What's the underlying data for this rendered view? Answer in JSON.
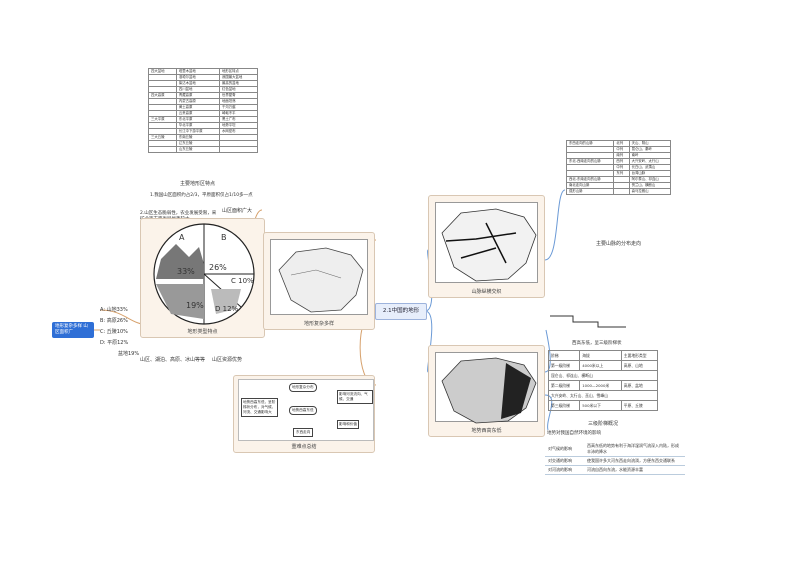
{
  "center": {
    "title": "2.1中国的地形"
  },
  "left_top": {
    "table_caption": "主要地形区特点",
    "rows": [
      [
        "四大盆地",
        "塔里木盆地",
        "地形区特点"
      ],
      [
        "",
        "准噶尔盆地",
        "我国最大盆地"
      ],
      [
        "",
        "柴达木盆地",
        "最高的盆地"
      ],
      [
        "",
        "四川盆地",
        "红色盆地"
      ],
      [
        "四大高原",
        "青藏高原",
        "世界屋脊"
      ],
      [
        "",
        "内蒙古高原",
        "地面坦荡"
      ],
      [
        "",
        "黄土高原",
        "千沟万壑"
      ],
      [
        "",
        "云贵高原",
        "崎岖不平"
      ],
      [
        "三大平原",
        "东北平原",
        "黑土广布"
      ],
      [
        "",
        "华北平原",
        "地势平坦"
      ],
      [
        "",
        "长江中下游平原",
        "水网密布"
      ],
      [
        "三大丘陵",
        "东南丘陵",
        ""
      ],
      [
        "",
        "辽东丘陵",
        ""
      ],
      [
        "",
        "山东丘陵",
        ""
      ]
    ]
  },
  "mountain_branch": {
    "title": "山区面积广大",
    "items": [
      "1.我国山区面积约占2/3，平原面积仅占1/10多一点",
      "2.山区生态脆弱性，农业发展受限，采矿业等方面发展优势较大"
    ]
  },
  "pie_card": {
    "caption": "地形类型特点",
    "labels": [
      "A",
      "B",
      "C 10%",
      "D 12%",
      "33%",
      "26%",
      "19%"
    ]
  },
  "left_list": {
    "blue_label": "地形复杂多样 山区面积广",
    "items": [
      "A: 山地33%",
      "B: 高原26%",
      "C: 丘陵10%",
      "D: 平原12%",
      "盆地19%"
    ],
    "bottom": "山区、湖泊、高原、冰山等等",
    "bottom2": "山区资源优势"
  },
  "map_cards": {
    "terrain": "地形复杂多样",
    "mountains": "山脉纵横交织",
    "steps": "地势西高东低"
  },
  "flow": {
    "caption": "重难点总结",
    "nodes": [
      "地形复杂分布",
      "地势西高东低",
      "东西走向",
      "影响和价值"
    ],
    "side_left": "地势西高东低，呈阶梯状分布，对气候、河流、交通影响大",
    "side_right": "影响河流流向、气候、交通"
  },
  "right_top": {
    "caption": "主要山脉的分布走向",
    "rows": [
      [
        "东西走向的山脉",
        "北列",
        "天山、阴山"
      ],
      [
        "",
        "中列",
        "昆仑山、秦岭"
      ],
      [
        "",
        "南列",
        "南岭"
      ],
      [
        "东北-西南走向的山脉",
        "西列",
        "大兴安岭、太行山"
      ],
      [
        "",
        "中列",
        "长白山、武夷山"
      ],
      [
        "",
        "东列",
        "台湾山脉"
      ],
      [
        "西北-东南走向的山脉",
        "",
        "阿尔泰山、祁连山"
      ],
      [
        "南北走向山脉",
        "",
        "贺兰山、横断山"
      ],
      [
        "弧形山脉",
        "",
        "喜马拉雅山"
      ]
    ]
  },
  "right_steps": {
    "mini_caption": "西高东低，呈三级阶梯状",
    "table_caption": "三级阶梯概况",
    "header": [
      "阶梯",
      "海拔",
      "主要地形类型"
    ],
    "rows": [
      [
        "第一级阶梯",
        "4000米以上",
        "高原、山地"
      ],
      [
        "第二级阶梯",
        "1000—2000米",
        "高原、盆地"
      ],
      [
        "第三级阶梯",
        "500米以下",
        "平原、丘陵"
      ]
    ],
    "boundaries": [
      "昆仑山、祁连山、横断山",
      "大兴安岭、太行山、巫山、雪峰山"
    ]
  },
  "impact": {
    "title": "地势对我国自然环境的影响",
    "rows": [
      [
        "对气候的影响",
        "西高东低的地势有利于海洋湿润气流深入内陆，形成丰沛的降水"
      ],
      [
        "对交通的影响",
        "使我国许多大河东西走向流淌，方便东西交通联系"
      ],
      [
        "对河流的影响",
        "河流自西向东流，水能资源丰富"
      ]
    ]
  }
}
